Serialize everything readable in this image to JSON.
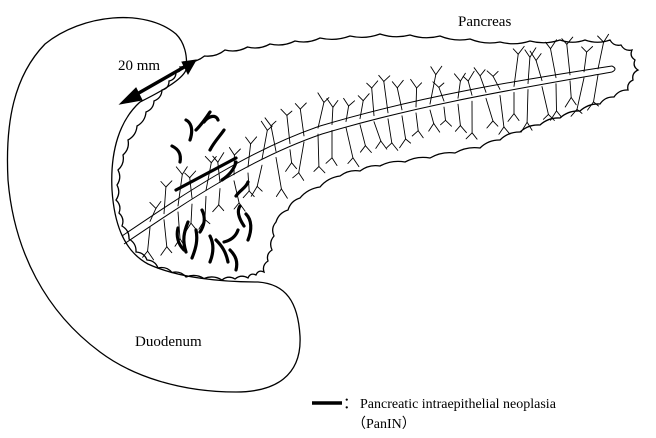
{
  "labels": {
    "pancreas": "Pancreas",
    "duodenum": "Duodenum",
    "scale": "20 mm"
  },
  "legend": {
    "separator": "：",
    "line1": "Pancreatic intraepithelial neoplasia",
    "line2": "（PanIN）"
  },
  "colors": {
    "ink": "#000000",
    "background": "#ffffff"
  }
}
